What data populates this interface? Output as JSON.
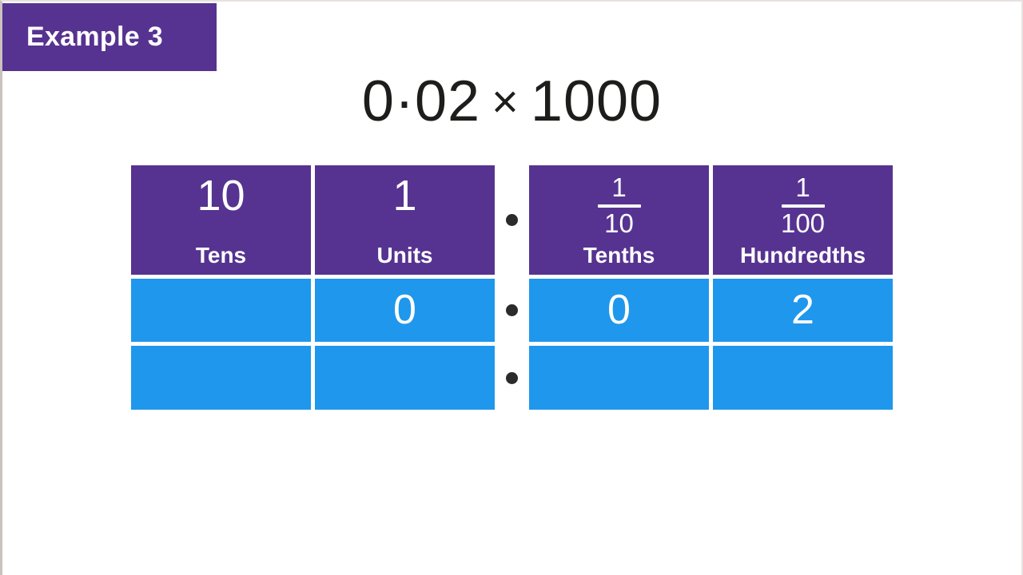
{
  "badge": {
    "label": "Example 3"
  },
  "equation": {
    "left_operand": "0·02",
    "operator": "×",
    "right_operand": "1000",
    "full_text": "0·02 × 1000"
  },
  "colors": {
    "purple": "#563391",
    "blue": "#1f97ec",
    "text_dark": "#1d1d1b",
    "white": "#ffffff",
    "dot": "#2b2b2b",
    "page_background": "#ffffff"
  },
  "place_value_table": {
    "headers": [
      {
        "value": "10",
        "label": "Tens",
        "type": "integer",
        "group": "whole"
      },
      {
        "value": "1",
        "label": "Units",
        "type": "integer",
        "group": "whole"
      },
      {
        "numerator": "1",
        "denominator": "10",
        "label": "Tenths",
        "type": "fraction",
        "group": "decimal"
      },
      {
        "numerator": "1",
        "denominator": "100",
        "label": "Hundredths",
        "type": "fraction",
        "group": "decimal"
      }
    ],
    "separator": "·",
    "rows": [
      {
        "name": "first-number-row",
        "cells": [
          "",
          "0",
          "0",
          "2"
        ],
        "separator": "·"
      },
      {
        "name": "answer-row",
        "cells": [
          "",
          "",
          "",
          ""
        ],
        "separator": "·"
      }
    ]
  }
}
